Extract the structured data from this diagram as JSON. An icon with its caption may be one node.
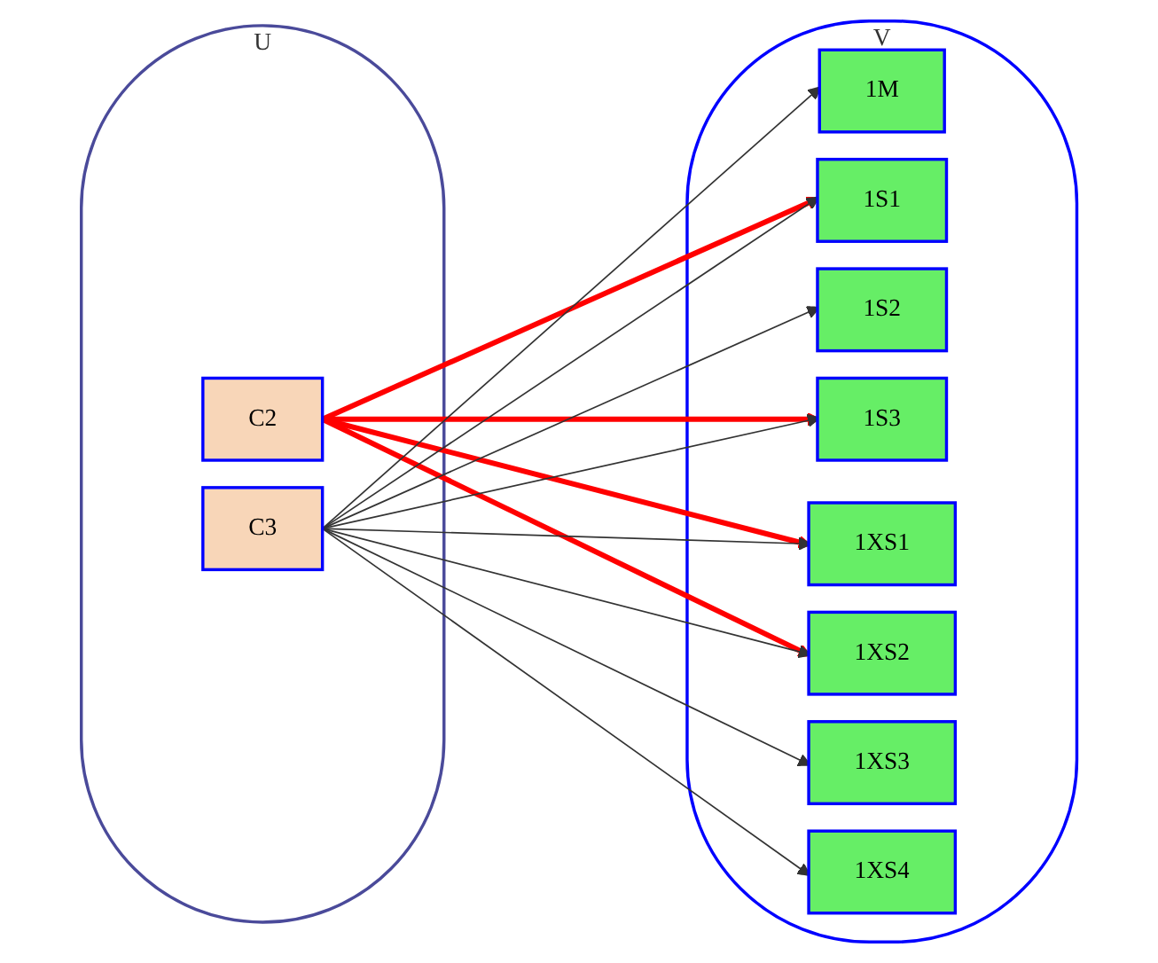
{
  "diagram": {
    "nodes": [
      {
        "text": [
          "U"
        ]
      },
      {
        "text": [
          "C2"
        ],
        "in": 0
      },
      {
        "text": [
          "C3"
        ],
        "in": 0
      },
      {
        "text": [
          "V"
        ]
      },
      {
        "text": [
          "1M"
        ],
        "in": 3
      },
      {
        "text": [
          "1S1"
        ],
        "in": 3
      },
      {
        "text": [
          "1S2"
        ],
        "in": 3
      },
      {
        "text": [
          "1S3"
        ],
        "in": 3
      },
      {
        "text": [
          "1XS1"
        ],
        "in": 3
      },
      {
        "text": [
          "1XS2"
        ],
        "in": 3
      },
      {
        "text": [
          "1XS3"
        ],
        "in": 3
      },
      {
        "text": [
          "1XS4"
        ],
        "in": 3
      }
    ],
    "edges": [
      {
        "from": 1,
        "to": 5,
        "arrow": "to",
        "style": "thick",
        "color": "#ff0000"
      },
      {
        "from": 1,
        "to": 7,
        "arrow": "to",
        "style": "thick",
        "color": "#ff0000"
      },
      {
        "from": 1,
        "to": 8,
        "arrow": "to",
        "style": "thick",
        "color": "#ff0000"
      },
      {
        "from": 1,
        "to": 9,
        "arrow": "to",
        "style": "thick",
        "color": "#ff0000"
      },
      {
        "from": 2,
        "to": 4,
        "arrow": "to"
      },
      {
        "from": 2,
        "to": 5,
        "arrow": "to"
      },
      {
        "from": 2,
        "to": 6,
        "arrow": "to"
      },
      {
        "from": 2,
        "to": 7,
        "arrow": "to"
      },
      {
        "from": 2,
        "to": 8,
        "arrow": "to"
      },
      {
        "from": 2,
        "to": 9,
        "arrow": "to"
      },
      {
        "from": 2,
        "to": 10,
        "arrow": "to"
      },
      {
        "from": 2,
        "to": 11,
        "arrow": "to"
      }
    ]
  }
}
